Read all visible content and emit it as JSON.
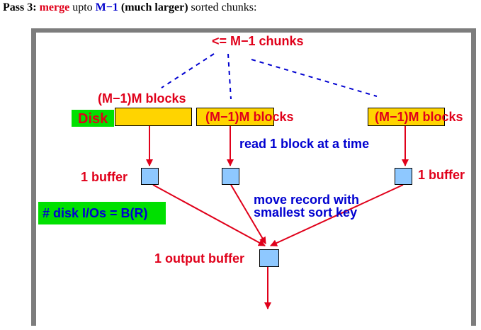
{
  "heading": {
    "pass": "Pass 3:",
    "merge": "merge",
    "upto": "upto",
    "m1": "M−1",
    "paren_open": "(",
    "much_larger": "much larger",
    "paren_close": ")",
    "rest": "sorted chunks:"
  },
  "diagram": {
    "chunks_label": "<= M−1 chunks",
    "blocks_label_top": "(M−1)M blocks",
    "disk_label": "Disk",
    "blocks_label_mid": "(M−1)M blocks",
    "blocks_label_right": "(M−1)M blocks",
    "read_label": "read 1 block at a time",
    "buffer_left_label": "1 buffer",
    "buffer_right_label": "1 buffer",
    "move_label_1": "move record with",
    "move_label_2": "smallest sort key",
    "io_label": "# disk I/Os = B(R)",
    "output_label": "1 output buffer"
  },
  "colors": {
    "red": "#e0001a",
    "blue": "#0000d0",
    "green": "#00e000",
    "disk_yellow": "#ffd400",
    "buffer_blue": "#8ec8ff",
    "frame_gray": "#7d7d7d"
  }
}
